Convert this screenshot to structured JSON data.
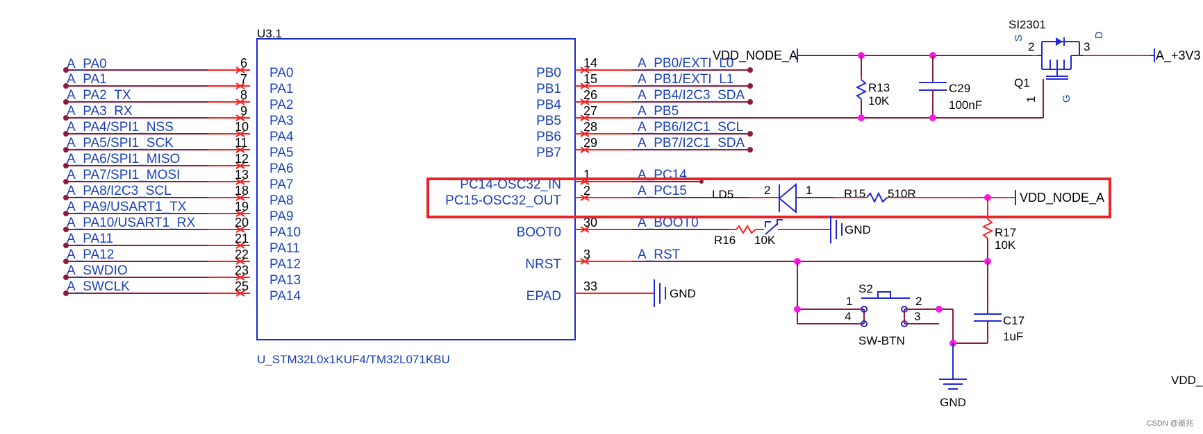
{
  "chip": {
    "ref": "U3.1",
    "part": "U_STM32L0x1KUF4/TM32L071KBU",
    "left_pins": [
      {
        "num": "6",
        "name": "PA0",
        "net": "A_PA0"
      },
      {
        "num": "7",
        "name": "PA1",
        "net": "A_PA1"
      },
      {
        "num": "8",
        "name": "PA2",
        "net": "A_PA2_TX"
      },
      {
        "num": "9",
        "name": "PA3",
        "net": "A_PA3_RX"
      },
      {
        "num": "10",
        "name": "PA4",
        "net": "A_PA4/SPI1_NSS"
      },
      {
        "num": "11",
        "name": "PA5",
        "net": "A_PA5/SPI1_SCK"
      },
      {
        "num": "12",
        "name": "PA6",
        "net": "A_PA6/SPI1_MISO"
      },
      {
        "num": "13",
        "name": "PA7",
        "net": "A_PA7/SPI1_MOSI"
      },
      {
        "num": "18",
        "name": "PA8",
        "net": "A_PA8/I2C3_SCL"
      },
      {
        "num": "19",
        "name": "PA9",
        "net": "A_PA9/USART1_TX"
      },
      {
        "num": "20",
        "name": "PA10",
        "net": "A_PA10/USART1_RX"
      },
      {
        "num": "21",
        "name": "PA11",
        "net": "A_PA11"
      },
      {
        "num": "22",
        "name": "PA12",
        "net": "A_PA12"
      },
      {
        "num": "23",
        "name": "PA13",
        "net": "A_SWDIO"
      },
      {
        "num": "25",
        "name": "PA14",
        "net": "A_SWCLK"
      }
    ],
    "right_pins": [
      {
        "num": "14",
        "name": "PB0",
        "net": "A_PB0/EXTI_L0"
      },
      {
        "num": "15",
        "name": "PB1",
        "net": "A_PB1/EXTI_L1"
      },
      {
        "num": "26",
        "name": "PB4",
        "net": "A_PB4/I2C3_SDA"
      },
      {
        "num": "27",
        "name": "PB5",
        "net": "A_PB5"
      },
      {
        "num": "28",
        "name": "PB6",
        "net": "A_PB6/I2C1_SCL"
      },
      {
        "num": "29",
        "name": "PB7",
        "net": "A_PB7/I2C1_SDA"
      },
      {
        "num": "1",
        "name": "PC14-OSC32_IN",
        "net": "A_PC14"
      },
      {
        "num": "2",
        "name": "PC15-OSC32_OUT",
        "net": "A_PC15"
      },
      {
        "num": "30",
        "name": "BOOT0",
        "net": "A_BOOT0"
      },
      {
        "num": "3",
        "name": "NRST",
        "net": "A_RST"
      },
      {
        "num": "33",
        "name": "EPAD",
        "net": ""
      }
    ]
  },
  "components": {
    "q1": {
      "ref": "Q1",
      "part": "SI2301",
      "pin_s": "S",
      "pin_d": "D",
      "pin_g": "G",
      "pin1": "1",
      "pin2": "2",
      "pin3": "3"
    },
    "r13": {
      "ref": "R13",
      "value": "10K"
    },
    "c29": {
      "ref": "C29",
      "value": "100nF"
    },
    "ld5": {
      "ref": "LD5",
      "pin2": "2",
      "pin1": "1"
    },
    "r15": {
      "ref": "R15",
      "value": "510R"
    },
    "r16": {
      "ref": "R16",
      "value": "10K"
    },
    "r17": {
      "ref": "R17",
      "value": "10K"
    },
    "s2": {
      "ref": "S2",
      "part": "SW-BTN",
      "p1": "1",
      "p2": "2",
      "p3": "3",
      "p4": "4"
    },
    "c17": {
      "ref": "C17",
      "value": "1uF"
    }
  },
  "nets": {
    "vdd_node_a_1": "VDD_NODE_A",
    "vdd_node_a_2": "VDD_NODE_A",
    "vdd_3v3": "A_+3V3",
    "gnd_boot": "GND",
    "gnd_epad": "GND",
    "gnd_bottom": "GND",
    "vdd_partial": "VDD_"
  },
  "watermark": "CSDN @逝兆",
  "colors": {
    "wire": "#8b1c3c",
    "pin": "#ff1c1c",
    "symbol": "#1e28d8",
    "junction": "#f41ee0",
    "highlight": "#e8232a"
  }
}
